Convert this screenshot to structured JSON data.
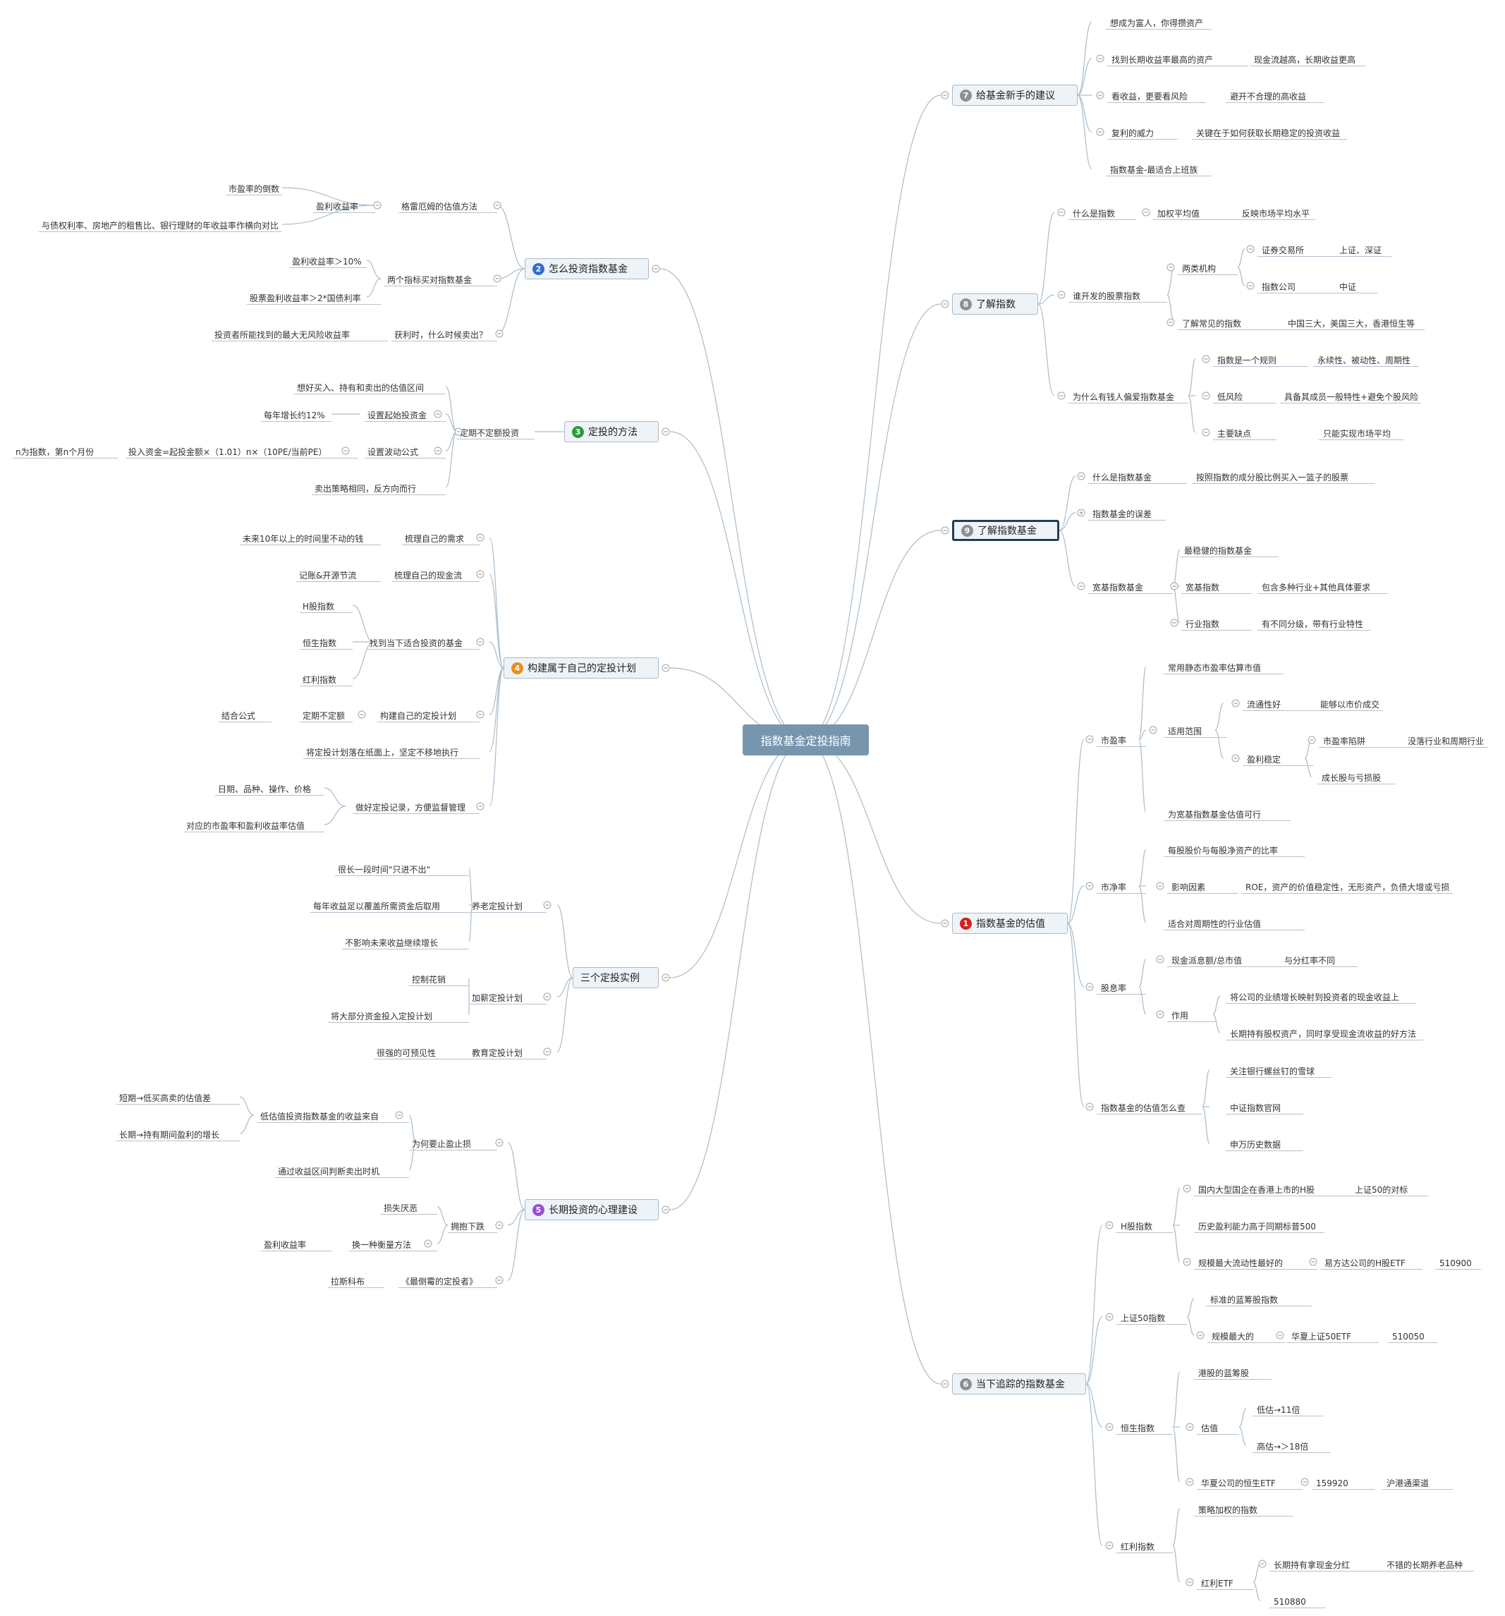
{
  "root": "指数基金定投指南",
  "colors": {
    "badge_gray": "#8f8f8f",
    "badge_blue": "#2f6fd0",
    "badge_green": "#2e9a3c",
    "badge_orange": "#ee8c1f",
    "badge_purple": "#9a4fd1",
    "badge_red": "#d62020",
    "root_fill": "#7796ae",
    "line": "#a9bccc"
  },
  "left": {
    "b2": {
      "title": "怎么投资指数基金",
      "badge": "2",
      "graham": "格雷厄姆的估值方法",
      "earn_yield": "盈利收益率",
      "pe_recip": "市盈率的倒数",
      "compare": "与债权利率、房地产的租售比、银行理财的年收益率作横向对比",
      "two_ind": "两个指标买对指数基金",
      "ey10": "盈利收益率＞10%",
      "stockey": "股票盈利收益率＞2*国债利率",
      "when_sell": "获利时，什么时候卖出？",
      "max_riskfree": "投资者所能找到的最大无风险收益率"
    },
    "b3": {
      "title": "定投的方法",
      "badge": "3",
      "irregular": "定期不定额投资",
      "think": "想好买入、持有和卖出的估值区间",
      "start": "设置起始投资金",
      "grow12": "每年增长约12%",
      "vol": "设置波动公式",
      "formula": "投入资金=起投金额×（1.01）n×（10PE/当前PE）",
      "nexp": "n为指数，第n个月份",
      "sellopp": "卖出策略相同，反方向而行"
    },
    "b4": {
      "title": "构建属于自己的定投计划",
      "badge": "4",
      "needs": "梳理自己的需求",
      "money10": "未来10年以上的时间里不动的钱",
      "cash": "梳理自己的现金流",
      "acct": "记账&开源节流",
      "find": "找到当下适合投资的基金",
      "h": "H股指数",
      "hs": "恒生指数",
      "div": "红利指数",
      "plan": "构建自己的定投计划",
      "irreg": "定期不定额",
      "combine": "结合公式",
      "paper": "将定投计划落在纸面上，坚定不移地执行",
      "record": "做好定投记录，方便监督管理",
      "date": "日期、品种、操作、价格",
      "corr": "对应的市盈率和盈利收益率估值"
    },
    "b5": {
      "title": "三个定投实例",
      "pension": "养老定投计划",
      "long_in": "很长一段时间\"只进不出\"",
      "cover": "每年收益足以覆盖所需资金后取用",
      "no_affect": "不影响未来收益继续增长",
      "salary": "加薪定投计划",
      "ctrl": "控制花销",
      "most": "将大部分资金投入定投计划",
      "edu": "教育定投计划",
      "predict": "很强的可预见性"
    },
    "b6": {
      "title": "长期投资的心理建设",
      "badge": "5",
      "why": "为何要止盈止损",
      "low": "低估值投资指数基金的收益来自",
      "short": "短期→低买高卖的估值差",
      "longterm": "长期→持有期间盈利的增长",
      "interval": "通过收益区间判断卖出时机",
      "embrace": "拥抱下跌",
      "loss": "损失厌恶",
      "another": "换一种衡量方法",
      "ey": "盈利收益率",
      "book": "《最倒霉的定投者》",
      "ras": "拉斯科布"
    }
  },
  "right": {
    "b7": {
      "title": "给基金新手的建议",
      "badge": "7",
      "rich": "想成为富人，你得攒资产",
      "find": "找到长期收益率最高的资产",
      "cashflow": "现金流越高，长期收益更高",
      "risk": "看收益，更要看风险",
      "avoid": "避开不合理的高收益",
      "compound": "复利的威力",
      "key": "关键在于如何获取长期稳定的投资收益",
      "fit": "指数基金-最适合上班族"
    },
    "b8": {
      "title": "了解指数",
      "badge": "8",
      "what": "什么是指数",
      "weighted": "加权平均值",
      "reflect": "反映市场平均水平",
      "who": "谁开发的股票指数",
      "two": "两类机构",
      "exch": "证券交易所",
      "sz": "上证、深证",
      "company": "指数公司",
      "csi": "中证",
      "common": "了解常见的指数",
      "three": "中国三大，美国三大，香港恒生等",
      "whylove": "为什么有钱人偏爱指数基金",
      "rule": "指数是一个规则",
      "perm": "永续性、被动性、周期性",
      "lowrisk": "低风险",
      "general": "具备其成员一般特性+避免个股风险",
      "cons": "主要缺点",
      "avg": "只能实现市场平均"
    },
    "b9": {
      "title": "了解指数基金",
      "badge": "9",
      "what": "什么是指数基金",
      "basket": "按照指数的成分股比例买入一篮子的股票",
      "error": "指数基金的误差",
      "broad": "宽基指数基金",
      "stable": "最稳健的指数基金",
      "broad2": "宽基指数",
      "multi": "包含多种行业+其他具体要求",
      "industry": "行业指数",
      "tiers": "有不同分级，带有行业特性"
    },
    "b1": {
      "title": "指数基金的估值",
      "badge": "1",
      "pe": "市盈率",
      "static": "常用静态市盈率估算市值",
      "scope": "适用范围",
      "liquid": "流通性好",
      "fair": "能够以市价成交",
      "steady": "盈利稳定",
      "trap": "市盈率陷阱",
      "cyclical": "没落行业和周期行业",
      "growth": "成长股与亏损股",
      "broadfit": "为宽基指数基金估值可行",
      "pb": "市净率",
      "ratio": "每股股价与每股净资产的比率",
      "factors": "影响因素",
      "roe": "ROE，资产的价值稳定性，无形资产，负债大增或亏损",
      "cyc": "适合对周期性的行业估值",
      "dy": "股息率",
      "cashdiv": "现金派息额/总市值",
      "diffdiv": "与分红率不同",
      "role": "作用",
      "reflectcash": "将公司的业绩增长映射到投资者的现金收益上",
      "hold": "长期持有股权资产，同时享受现金流收益的好方法",
      "howcheck": "指数基金的估值怎么查",
      "snowball": "关注银行螺丝钉的雪球",
      "csiweb": "中证指数官网",
      "shenwan": "申万历史数据"
    },
    "b6": {
      "title": "当下追踪的指数基金",
      "badge": "6",
      "h": "H股指数",
      "soe": "国内大型国企在香港上市的H股",
      "sh50pair": "上证50的对标",
      "hist": "历史盈利能力高于同期标普500",
      "largest": "规模最大流动性最好的",
      "efund": "易方达公司的H股ETF",
      "c510900": "510900",
      "sh50": "上证50指数",
      "blue": "标准的蓝筹股指数",
      "biggest": "规模最大的",
      "hx50": "华夏上证50ETF",
      "c510050": "510050",
      "hs": "恒生指数",
      "hkblue": "港股的蓝筹股",
      "val": "估值",
      "lowv": "低估→11倍",
      "highv": "高估→＞18倍",
      "hxhs": "华夏公司的恒生ETF",
      "c159920": "159920",
      "sht": "沪港通渠道",
      "dividx": "红利指数",
      "strategy": "策略加权的指数",
      "divetf": "红利ETF",
      "longhold": "长期持有拿现金分红",
      "pension": "不错的长期养老品种",
      "c510880": "510880"
    }
  }
}
